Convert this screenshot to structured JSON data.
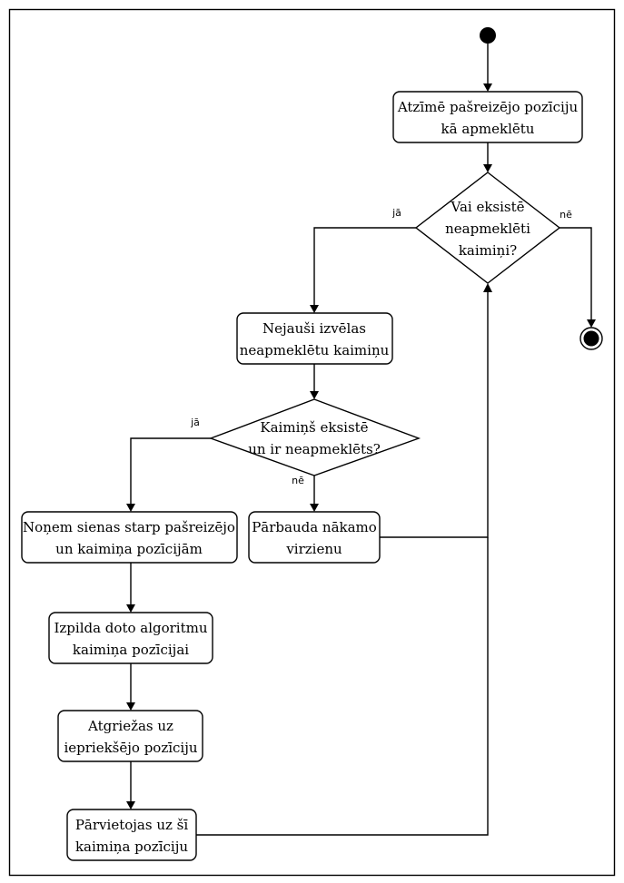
{
  "nodes": {
    "mark_visited": [
      "Atzīmē pašreizējo pozīciju",
      "kā apmeklētu"
    ],
    "unvisited_neighbours": [
      "Vai eksistē",
      "neapmeklēti",
      "kaimiņi?"
    ],
    "random_pick": [
      "Nejauši izvēlas",
      "neapmeklētu kaimiņu"
    ],
    "neighbour_exists": [
      "Kaimiņš eksistē",
      "un ir neapmeklēts?"
    ],
    "remove_walls": [
      "Noņem sienas starp pašreizējo",
      "un kaimiņa pozīcijām"
    ],
    "check_next": [
      "Pārbauda nākamo",
      "virzienu"
    ],
    "run_algorithm": [
      "Izpilda doto algoritmu",
      "kaimiņa pozīcijai"
    ],
    "go_back": [
      "Atgriežas uz",
      "iepriekšējo pozīciju"
    ],
    "move_to": [
      "Pārvietojas uz šī",
      "kaimiņa pozīciju"
    ]
  },
  "guards": {
    "d1_yes": "jā",
    "d1_no": "nē",
    "d2_yes": "jā",
    "d2_no": "nē"
  }
}
